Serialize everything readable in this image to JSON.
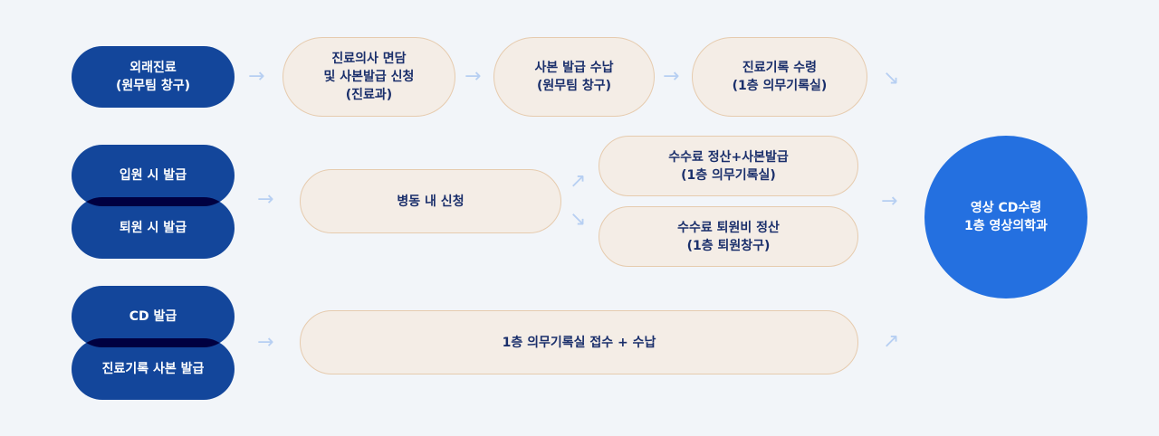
{
  "row1": {
    "start": "외래진료\n(원무팀 창구)",
    "step1": "진료의사 면담\n및 사본발급 신청\n(진료과)",
    "step2": "사본 발급 수납\n(원무팀 창구)",
    "step3": "진료기록 수령\n(1층 의무기록실)"
  },
  "row2": {
    "start_a": "입원 시 발급",
    "start_b": "퇴원 시 발급",
    "step1": "병동 내 신청",
    "branch_a": "수수료 정산+사본발급\n(1층 의무기록실)",
    "branch_b": "수수료 퇴원비 정산\n(1층 퇴원창구)"
  },
  "row3": {
    "start_a": "CD 발급",
    "start_b": "진료기록 사본 발급",
    "step1": "1층 의무기록실 접수 + 수납"
  },
  "end": "영상 CD수령\n1층 영상의학과",
  "arrows": {
    "right": "→",
    "up_right": "↗",
    "down_right": "↘"
  },
  "colors": {
    "primary": "#13469b",
    "accent": "#2470e0",
    "beige": "#f4ede6",
    "arrow": "#b7cff2"
  }
}
